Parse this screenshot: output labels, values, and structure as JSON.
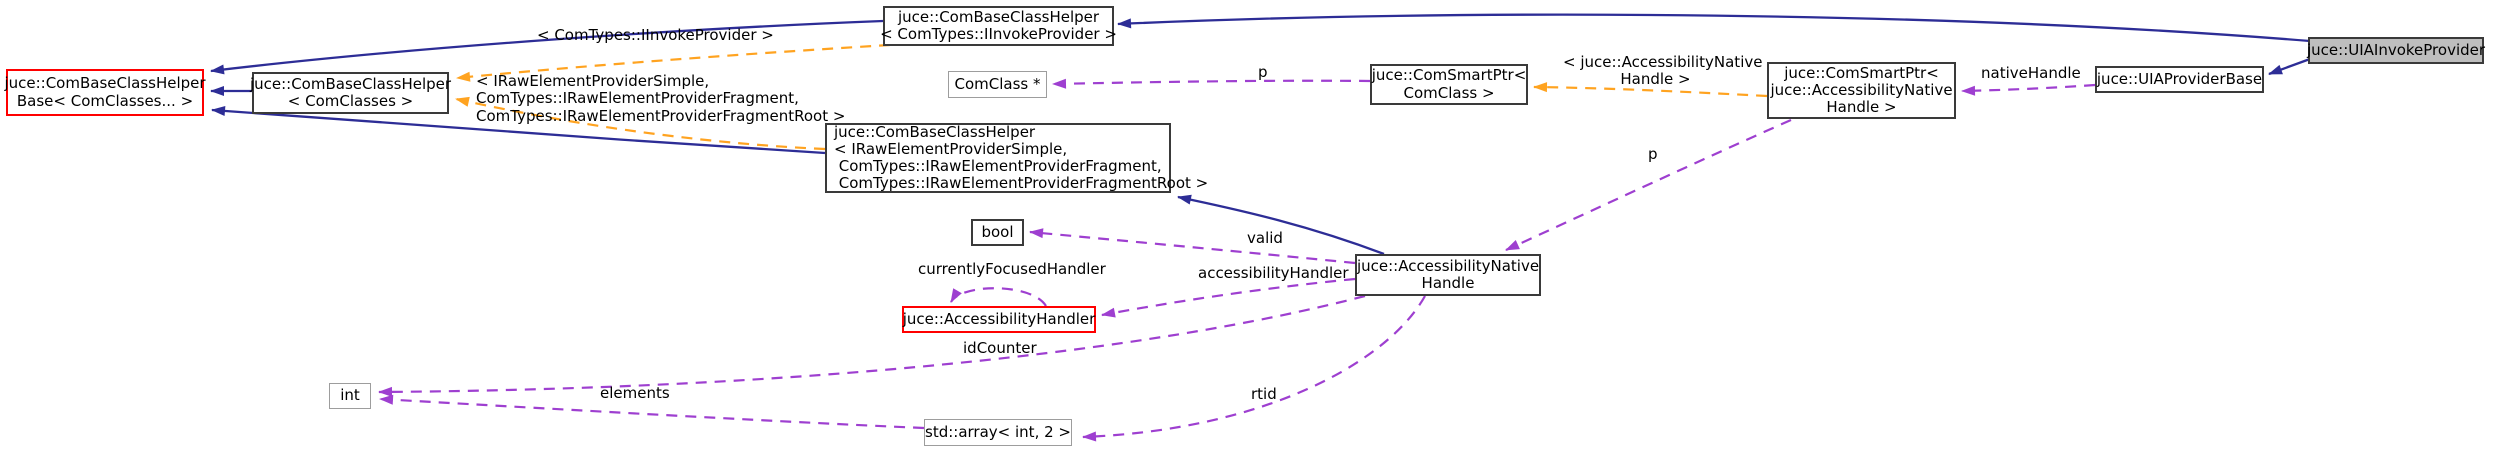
{
  "colors": {
    "inheritance_edge": "#2d2d96",
    "template_edge": "#ffa320",
    "usage_edge": "#9e3fd0",
    "box_border": "#3a3a3a",
    "box_border_red": "#ff0000",
    "box_border_gray": "#9d9d9d",
    "box_fill": "#ffffff",
    "current_box_fill": "#bebebe",
    "text": "#000000",
    "background": "#ffffff"
  },
  "nodes": {
    "com_base_class_helper_base": {
      "label": "juce::ComBaseClassHelper\nBase< ComClasses... >"
    },
    "com_base_class_helper_com_classes": {
      "label": "juce::ComBaseClassHelper\n< ComClasses >"
    },
    "com_base_class_helper_iinvoke_provider": {
      "label": "juce::ComBaseClassHelper\n< ComTypes::IInvokeProvider >"
    },
    "com_class_ptr": {
      "label": "ComClass *"
    },
    "com_base_class_helper_iraw_element": {
      "label": "juce::ComBaseClassHelper\n< IRawElementProviderSimple,\n ComTypes::IRawElementProviderFragment,\n ComTypes::IRawElementProviderFragmentRoot >"
    },
    "com_smart_ptr_com_class": {
      "label": "juce::ComSmartPtr<\nComClass >"
    },
    "com_smart_ptr_accessibility_native_handle": {
      "label": "juce::ComSmartPtr<\njuce::AccessibilityNative\nHandle >"
    },
    "uia_provider_base": {
      "label": "juce::UIAProviderBase"
    },
    "uia_invoke_provider": {
      "label": "juce::UIAInvokeProvider"
    },
    "bool": {
      "label": "bool"
    },
    "accessibility_native_handle": {
      "label": "juce::AccessibilityNative\nHandle"
    },
    "accessibility_handler": {
      "label": "juce::AccessibilityHandler"
    },
    "int": {
      "label": "int"
    },
    "std_array_int_2": {
      "label": "std::array< int, 2 >"
    }
  },
  "edge_labels": {
    "template_iinvoke_provider": "< ComTypes::IInvokeProvider >",
    "template_iraw_element": "< IRawElementProviderSimple,\nComTypes::IRawElementProviderFragment,\nComTypes::IRawElementProviderFragmentRoot >",
    "template_accessibility_native_handle": "< juce::AccessibilityNative\nHandle >",
    "p_com_class": "p",
    "p_accessibility_native_handle": "p",
    "native_handle": "nativeHandle",
    "valid": "valid",
    "accessibility_handler": "accessibilityHandler",
    "currently_focused_handler": "currentlyFocusedHandler",
    "id_counter": "idCounter",
    "elements": "elements",
    "rtid": "rtid"
  }
}
